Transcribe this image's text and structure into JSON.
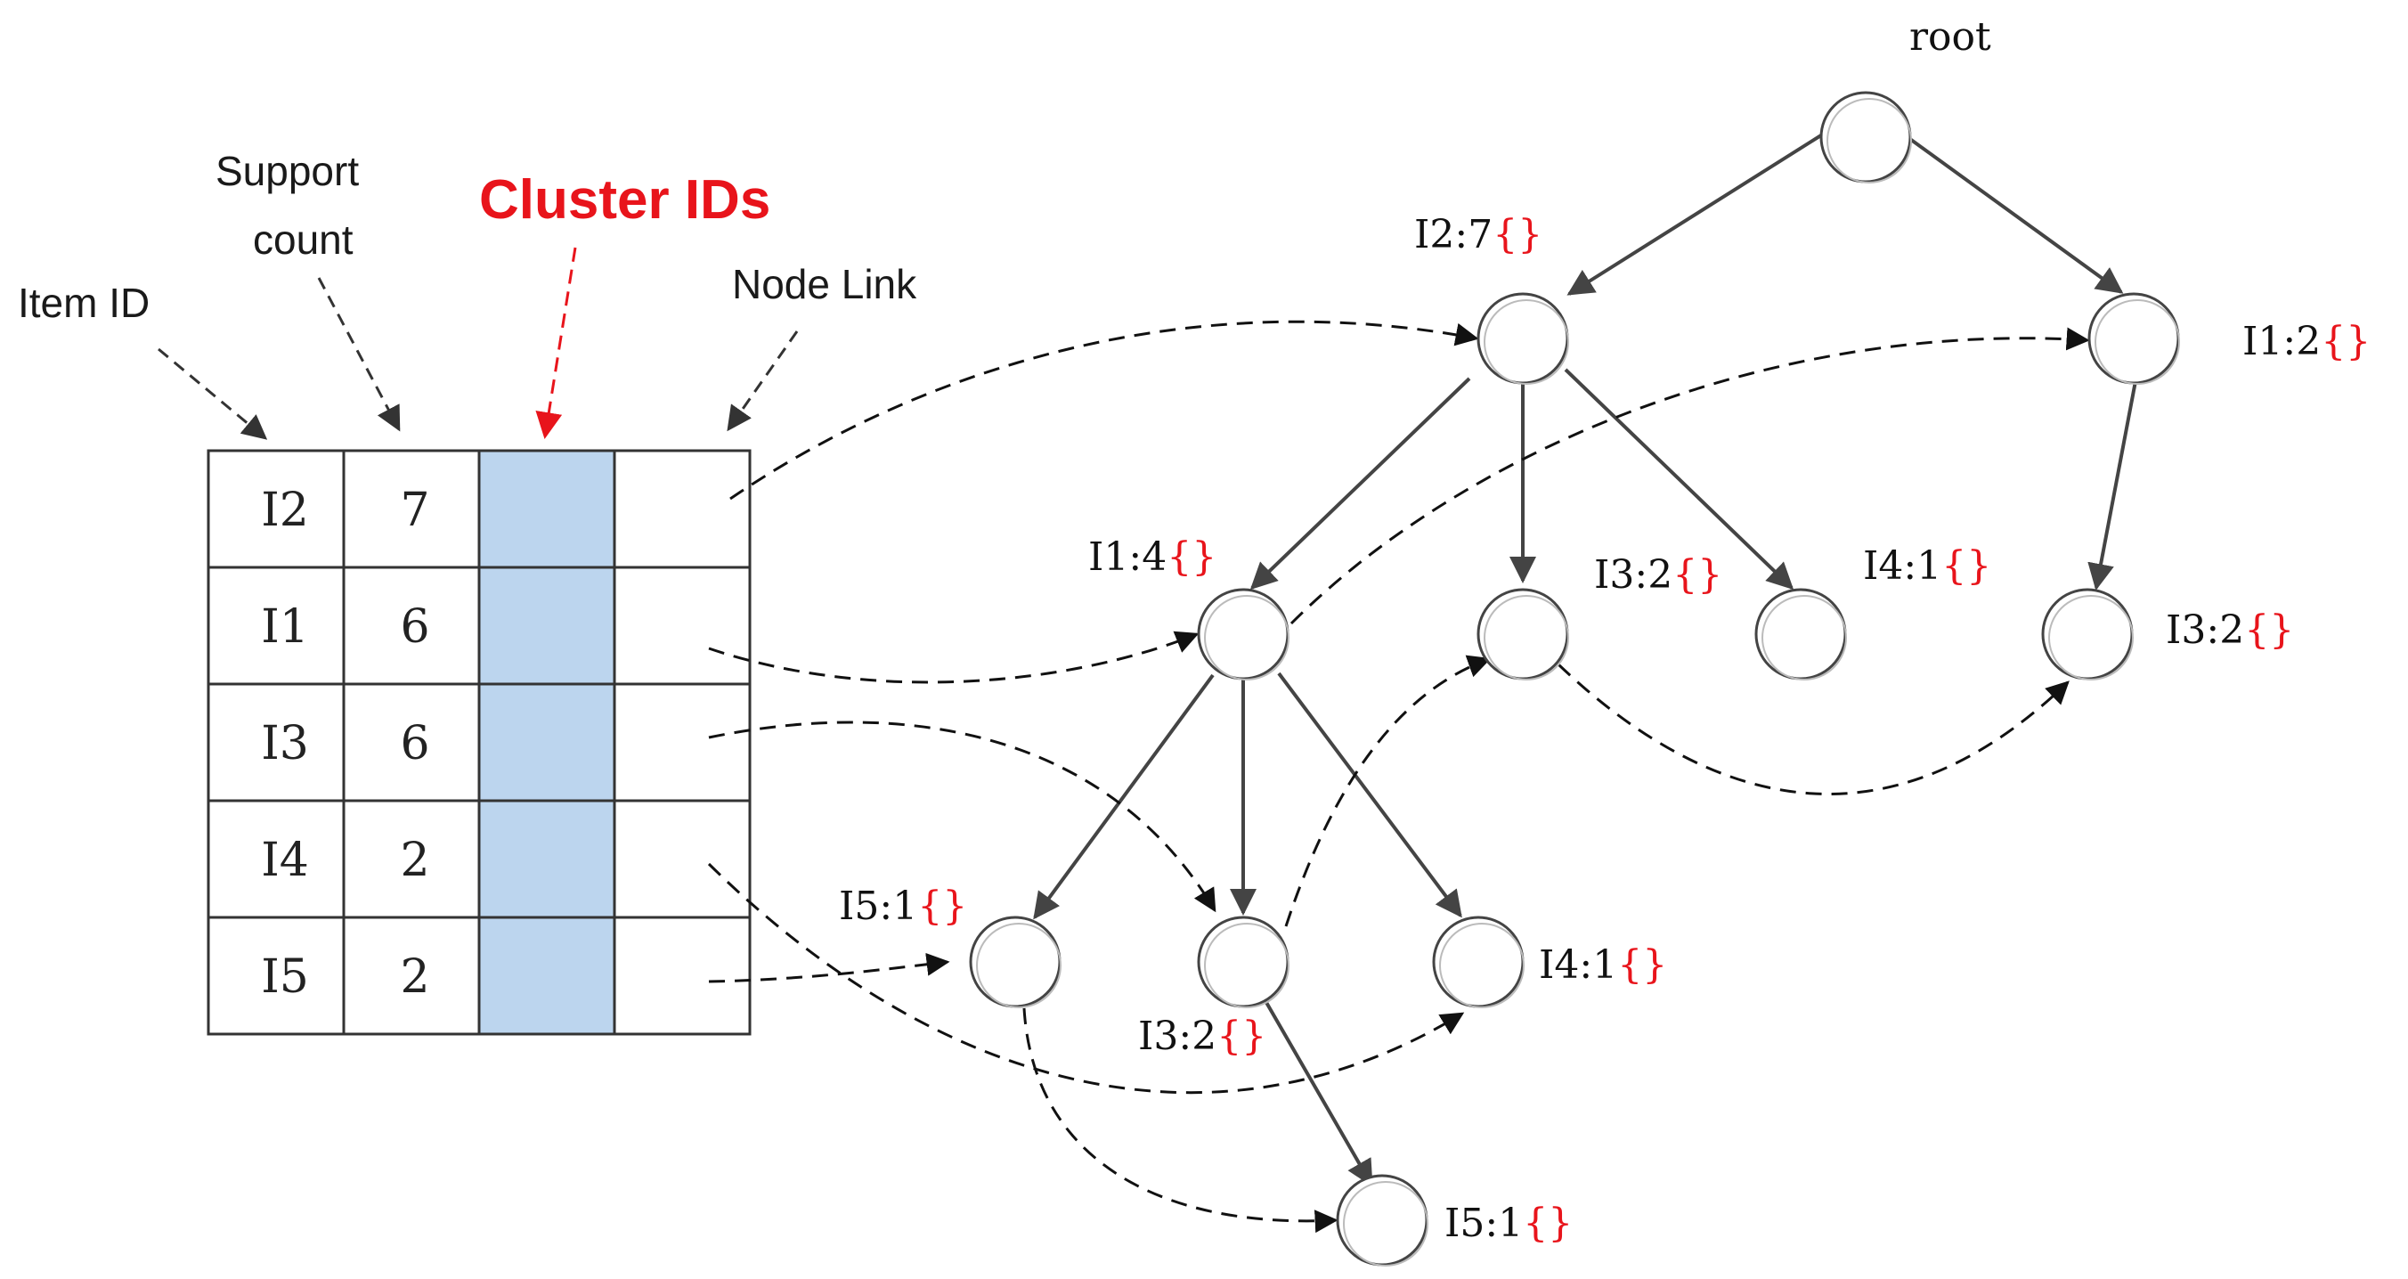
{
  "header_table": {
    "column_labels": {
      "item_id": "Item ID",
      "support_line1": "Support",
      "support_line2": "count",
      "cluster_ids": "Cluster IDs",
      "node_link": "Node Link"
    },
    "rows": [
      {
        "item": "I2",
        "count": "7"
      },
      {
        "item": "I1",
        "count": "6"
      },
      {
        "item": "I3",
        "count": "6"
      },
      {
        "item": "I4",
        "count": "2"
      },
      {
        "item": "I5",
        "count": "2"
      }
    ]
  },
  "tree": {
    "root_label": "root",
    "braces": "{}",
    "nodes": [
      {
        "id": "n_i2_7",
        "label": "I2:7"
      },
      {
        "id": "n_i1_2",
        "label": "I1:2"
      },
      {
        "id": "n_i1_4",
        "label": "I1:4"
      },
      {
        "id": "n_i3_2a",
        "label": "I3:2"
      },
      {
        "id": "n_i4_1a",
        "label": "I4:1"
      },
      {
        "id": "n_i3_2b",
        "label": "I3:2"
      },
      {
        "id": "n_i5_1a",
        "label": "I5:1"
      },
      {
        "id": "n_i3_2c",
        "label": "I3:2"
      },
      {
        "id": "n_i4_1b",
        "label": "I4:1"
      },
      {
        "id": "n_i5_1b",
        "label": "I5:1"
      }
    ]
  },
  "colors": {
    "cluster_column_fill": "#bcd5ee",
    "cluster_label": "#e8141b",
    "braces": "#e8141b",
    "edge": "#444444",
    "node_link": "#111111"
  }
}
